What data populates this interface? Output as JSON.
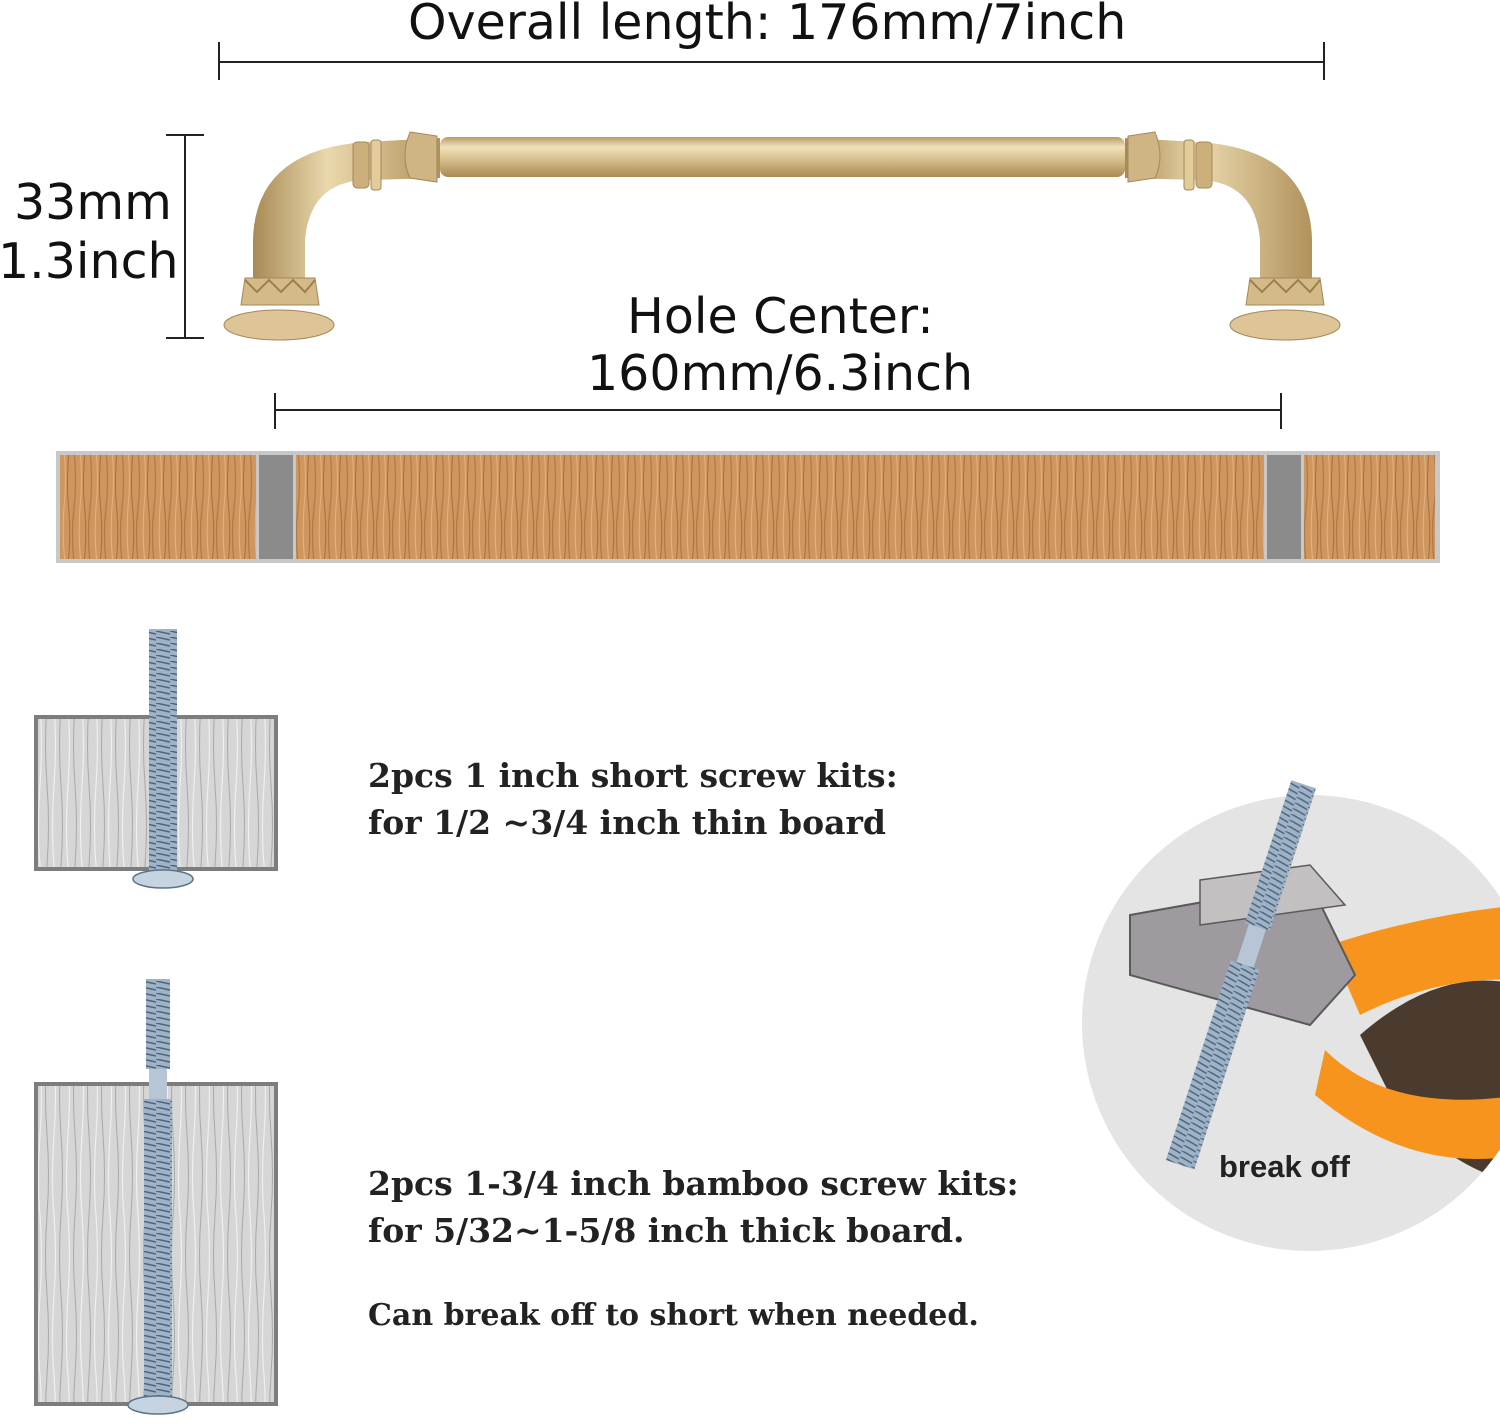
{
  "dimensions": {
    "overall_length": "Overall length: 176mm/7inch",
    "height_mm": "33mm",
    "height_inch": "1.3inch",
    "hole_center_title": "Hole Center:",
    "hole_center_value": "160mm/6.3inch"
  },
  "screw_kits": {
    "short_line1": "2pcs 1 inch short screw kits:",
    "short_line2": "for 1/2 ~3/4 inch thin board",
    "long_line1": "2pcs 1-3/4 inch bamboo screw  kits:",
    "long_line2": "for 5/32~1-5/8 inch thick board.",
    "break_note": "Can break off to short when needed."
  },
  "callout": {
    "label": "break off"
  },
  "colors": {
    "brass": "#d7bf8e",
    "wood": "#c98f55",
    "gray_gap": "#8b8b8b",
    "plier_orange": "#f7941d"
  }
}
